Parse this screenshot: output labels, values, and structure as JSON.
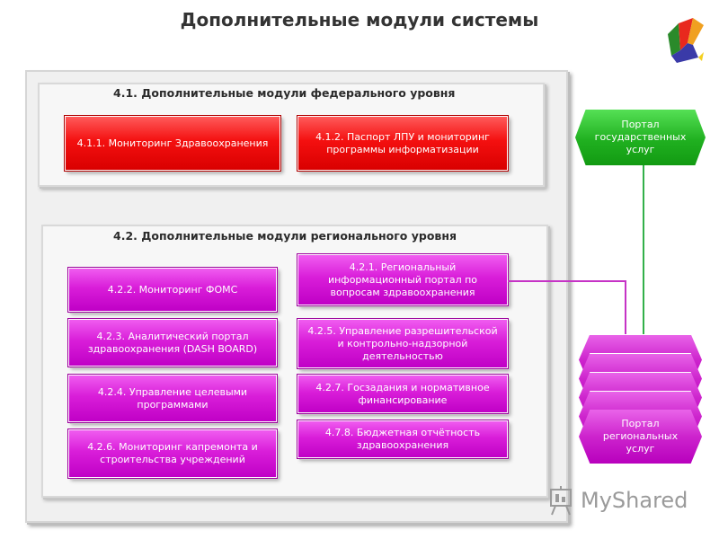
{
  "title": "Дополнительные модули системы",
  "federal": {
    "title": "4.1. Дополнительные модули федерального уровня",
    "modules": [
      "4.1.1. Мониторинг Здравоохранения",
      "4.1.2. Паспорт ЛПУ и мониторинг программы информатизации"
    ]
  },
  "regional": {
    "title": "4.2. Дополнительные модули регионального уровня",
    "left_modules": [
      "4.2.2. Мониторинг ФОМС",
      "4.2.3. Аналитический портал здравоохранения (DASH BOARD)",
      "4.2.4. Управление целевыми программами",
      "4.2.6. Мониторинг капремонта и строительства учреждений"
    ],
    "right_modules": [
      "4.2.1. Региональный информационный портал по вопросам здравоохранения",
      "4.2.5. Управление разрешительской и контрольно-надзорной деятельностью",
      "4.2.7. Госзадания и нормативное финансирование",
      "4.7.8. Бюджетная отчётность здравоохранения"
    ]
  },
  "portals": {
    "state": "Портал государственных услуг",
    "regional": "Портал региональных услуг"
  },
  "watermark": {
    "text_a": "My",
    "text_b": "Shared"
  },
  "colors": {
    "federal_module": "#e80000",
    "regional_module": "#cc1ccc",
    "state_portal": "#1fae1f",
    "green_line": "#33b04a",
    "pink_line": "#c633c6"
  }
}
